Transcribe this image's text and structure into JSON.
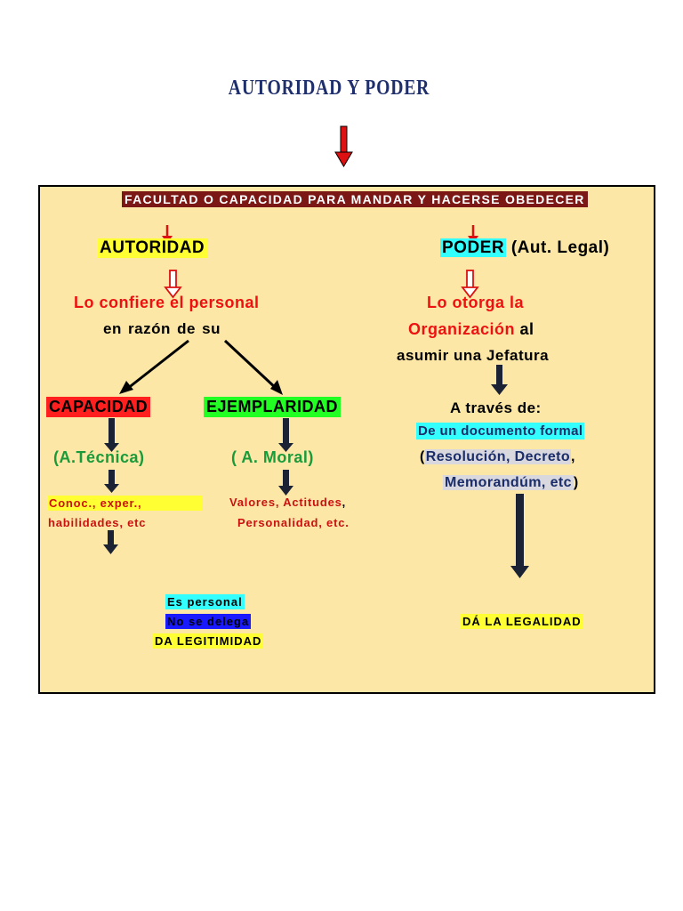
{
  "title": "AUTORIDAD  Y  PODER",
  "banner": "FACULTAD O CAPACIDAD PARA MANDAR Y HACERSE OBEDECER",
  "left": {
    "heading": "AUTORIDAD",
    "line1": "Lo confiere el personal",
    "line2": "en razón  de  su",
    "capacidad": {
      "label": "CAPACIDAD",
      "sub": "(A.Técnica)",
      "detail1": "Conoc., exper.,",
      "detail2": "habilidades, etc"
    },
    "ejemplaridad": {
      "label": "EJEMPLARIDAD",
      "sub": "( A. Moral)",
      "detail1": "Valores, Actitudes",
      "detail1_comma": ",",
      "detail2": "Personalidad, etc."
    },
    "result1": "Es personal",
    "result2": "No se delega",
    "result3": "DA LEGITIMIDAD"
  },
  "right": {
    "heading": "PODER",
    "heading_suffix": " (Aut. Legal)",
    "line1": "Lo otorga la",
    "line2_red": "Organización",
    "line2_black": " al",
    "line3": "asumir una Jefatura",
    "traves": "A través de:",
    "doc": "De un documento formal",
    "paren_open": "(",
    "doc_types1": "Resolución, Decreto",
    "doc_types1_comma": ",",
    "doc_types2": "Memorandúm, etc",
    "paren_close": ")",
    "result": "DÁ LA LEGALIDAD"
  },
  "colors": {
    "page_title": "#1f2f6b",
    "panel_bg": "#fce7a6",
    "banner_bg": "#7b1714",
    "arrow_red": "#dd1111",
    "emphasis_red": "#ee1111",
    "moral_green": "#1a9a3a",
    "doc_navy": "#1a2d6a"
  }
}
